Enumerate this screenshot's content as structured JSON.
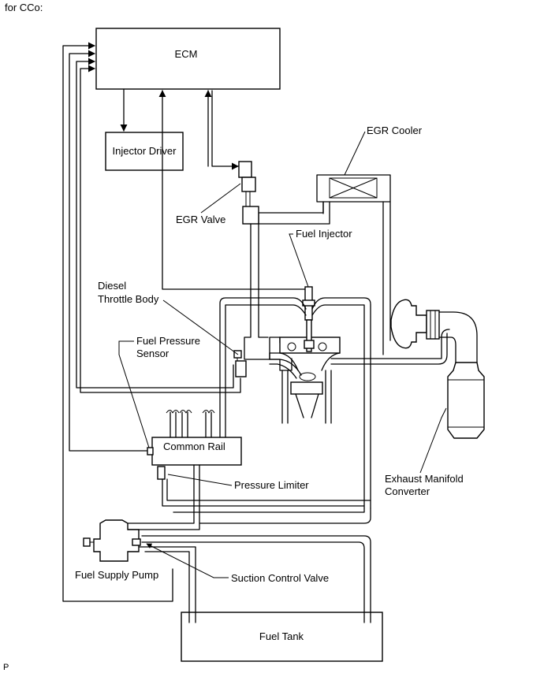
{
  "header": {
    "title": "for CCo:"
  },
  "footer": {
    "page_mark": "P"
  },
  "components": {
    "ecm": "ECM",
    "injector_driver": "Injector Driver",
    "egr_cooler": "EGR Cooler",
    "egr_valve": "EGR Valve",
    "fuel_injector": "Fuel Injector",
    "diesel_throttle_body_line1": "Diesel",
    "diesel_throttle_body_line2": "Throttle Body",
    "fuel_pressure_sensor_line1": "Fuel Pressure",
    "fuel_pressure_sensor_line2": "Sensor",
    "common_rail": "Common Rail",
    "pressure_limiter": "Pressure Limiter",
    "exhaust_manifold_converter_line1": "Exhaust Manifold",
    "exhaust_manifold_converter_line2": "Converter",
    "fuel_supply_pump": "Fuel Supply Pump",
    "suction_control_valve": "Suction Control Valve",
    "fuel_tank": "Fuel Tank"
  }
}
